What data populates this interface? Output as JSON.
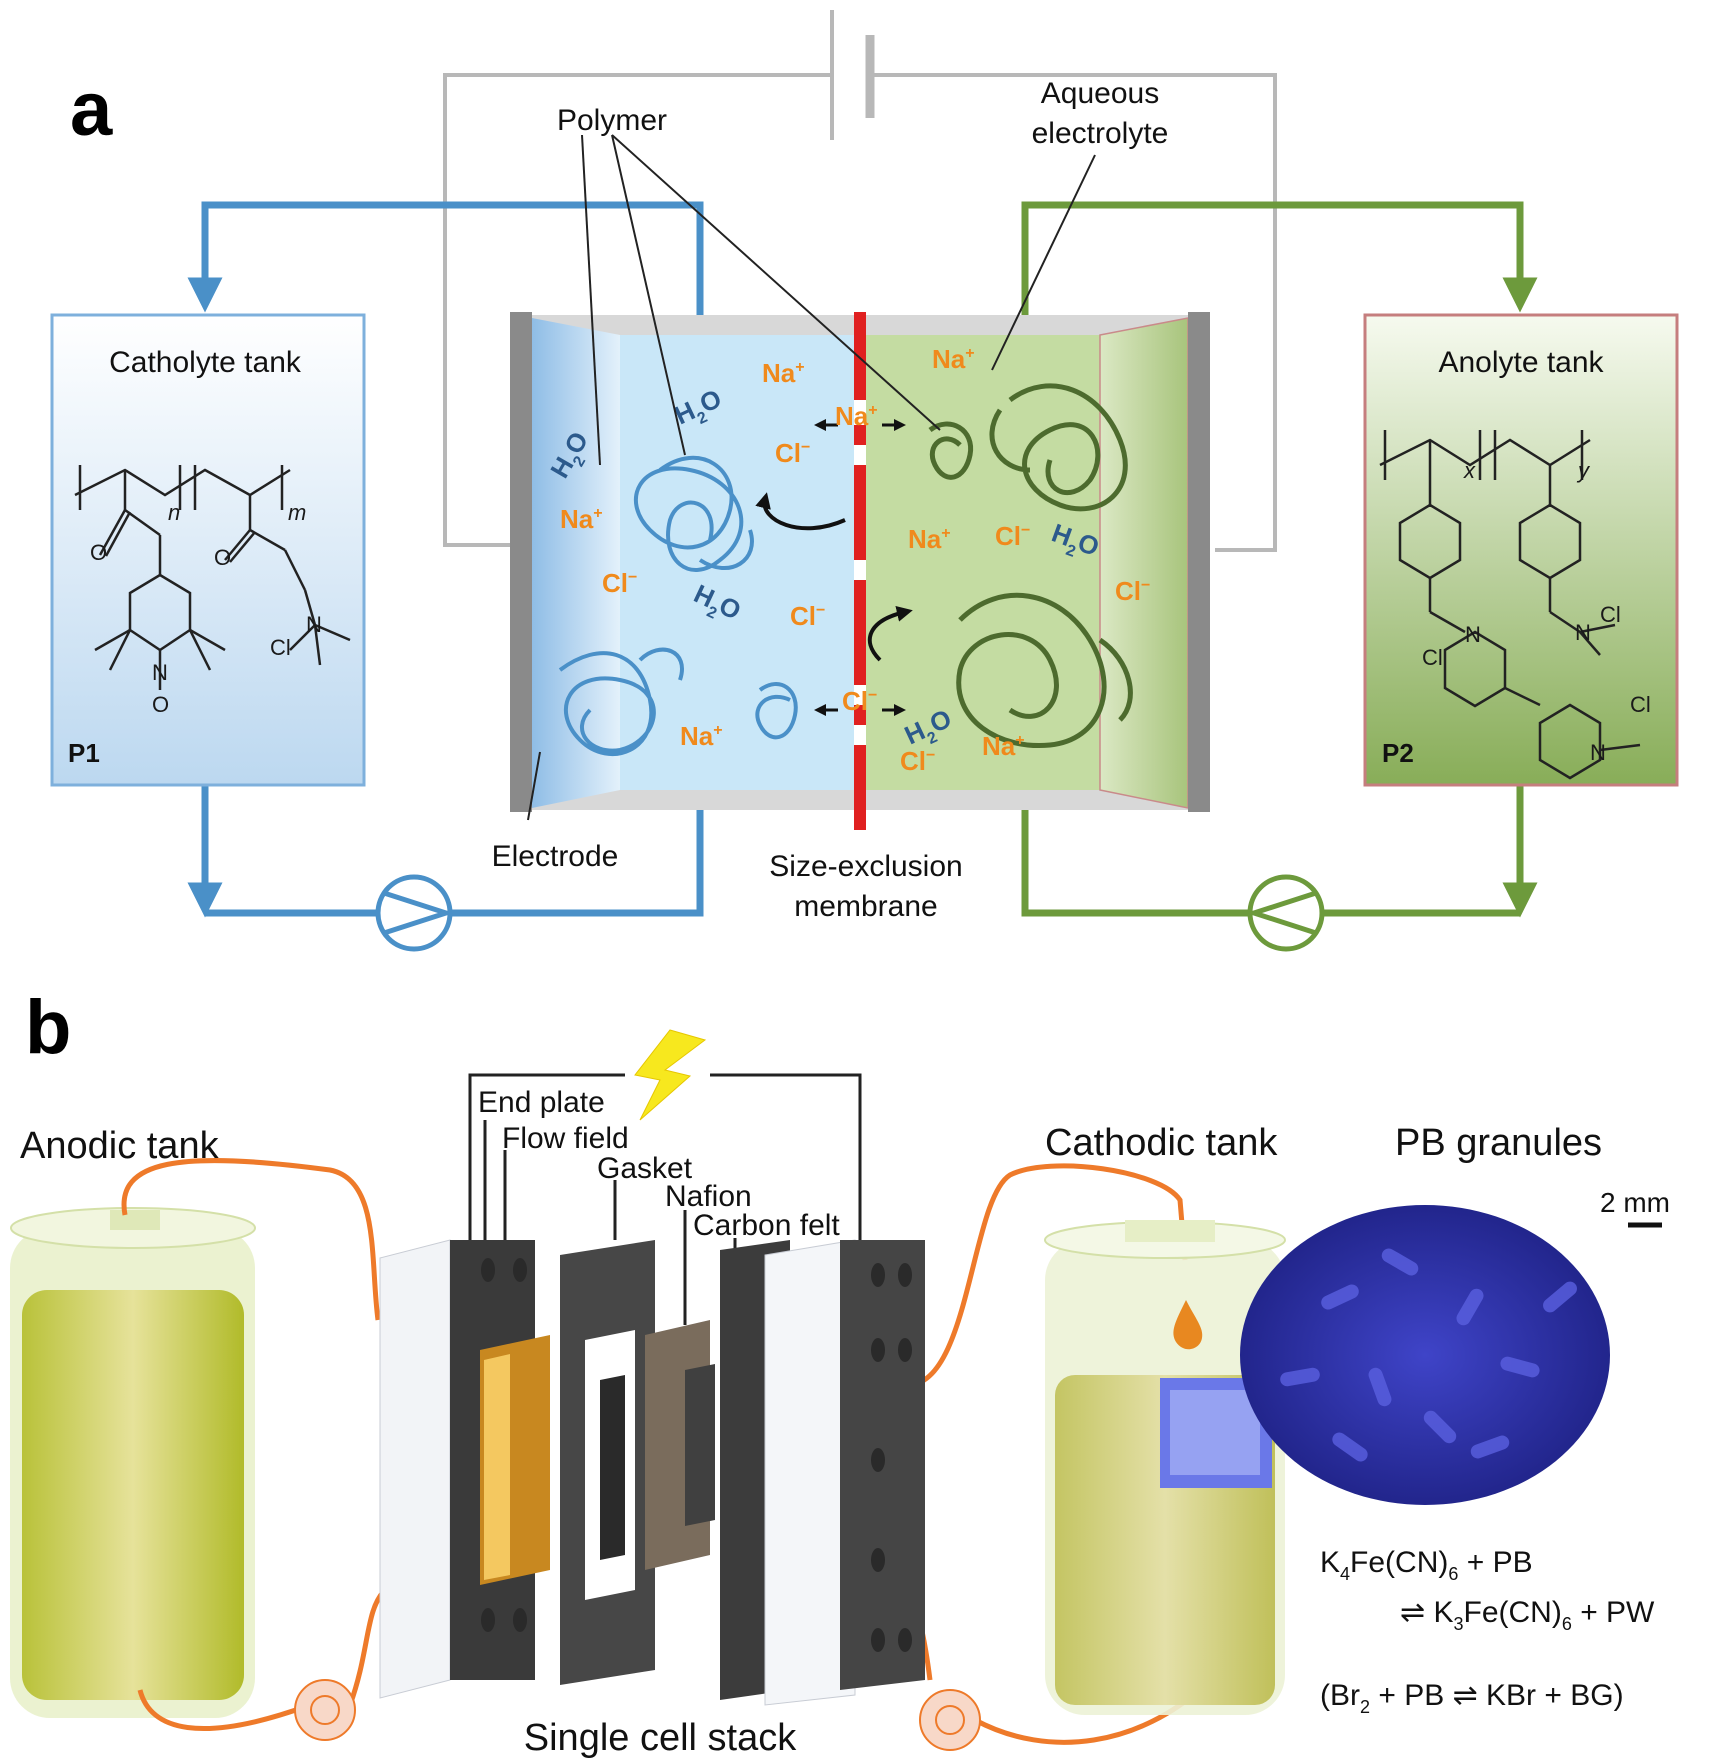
{
  "figure": {
    "panel_a": {
      "letter": "a",
      "catholyte_tank": "Catholyte tank",
      "anolyte_tank": "Anolyte tank",
      "polymer": "Polymer",
      "aqueous_electrolyte": [
        "Aqueous",
        "electrolyte"
      ],
      "electrode": "Electrode",
      "membrane": [
        "Size-exclusion",
        "membrane"
      ],
      "p1": "P1",
      "p2": "P2",
      "ions": {
        "na": "Na",
        "plus": "+",
        "cl": "Cl",
        "minus": "−",
        "h": "H",
        "two": "2",
        "o": "O"
      },
      "chem_labels": {
        "n": "n",
        "m": "m",
        "x": "x",
        "y": "y",
        "n_atom": "N",
        "o_atom": "O",
        "cl_atom": "Cl"
      }
    },
    "panel_b": {
      "letter": "b",
      "anodic_tank": "Anodic tank",
      "cathodic_tank": "Cathodic tank",
      "pb_granules": "PB granules",
      "scale": "2 mm",
      "stack_labels": [
        "End plate",
        "Flow field",
        "Gasket",
        "Nafion",
        "Carbon felt"
      ],
      "single_cell_stack": "Single cell stack",
      "eq1": {
        "k": "K",
        "sub4": "4",
        "fe": "Fe(CN)",
        "sub6": "6",
        "rest": " + PB"
      },
      "eq2": {
        "arrow": "⇌",
        "k": " K",
        "sub3": "3",
        "fe": "Fe(CN)",
        "sub6": "6",
        "rest": " + PW"
      },
      "eq3": {
        "open": "(Br",
        "sub2": "2",
        "mid": " + PB ",
        "arrow": "⇌",
        "rest": " KBr + BG)"
      }
    },
    "colors": {
      "catholyte_blue": "#4a90c8",
      "anolyte_green": "#6d9a3c",
      "membrane_red": "#e02020",
      "ion_orange": "#f08a1c",
      "water_blue": "#2c5a8c",
      "tubing_orange": "#ee7a2a",
      "granule_blue": "#2a2fa8",
      "tank_yellow_green": "#b8c030"
    },
    "icons": [
      "pump-icon",
      "lightning-icon",
      "droplet-icon"
    ]
  }
}
